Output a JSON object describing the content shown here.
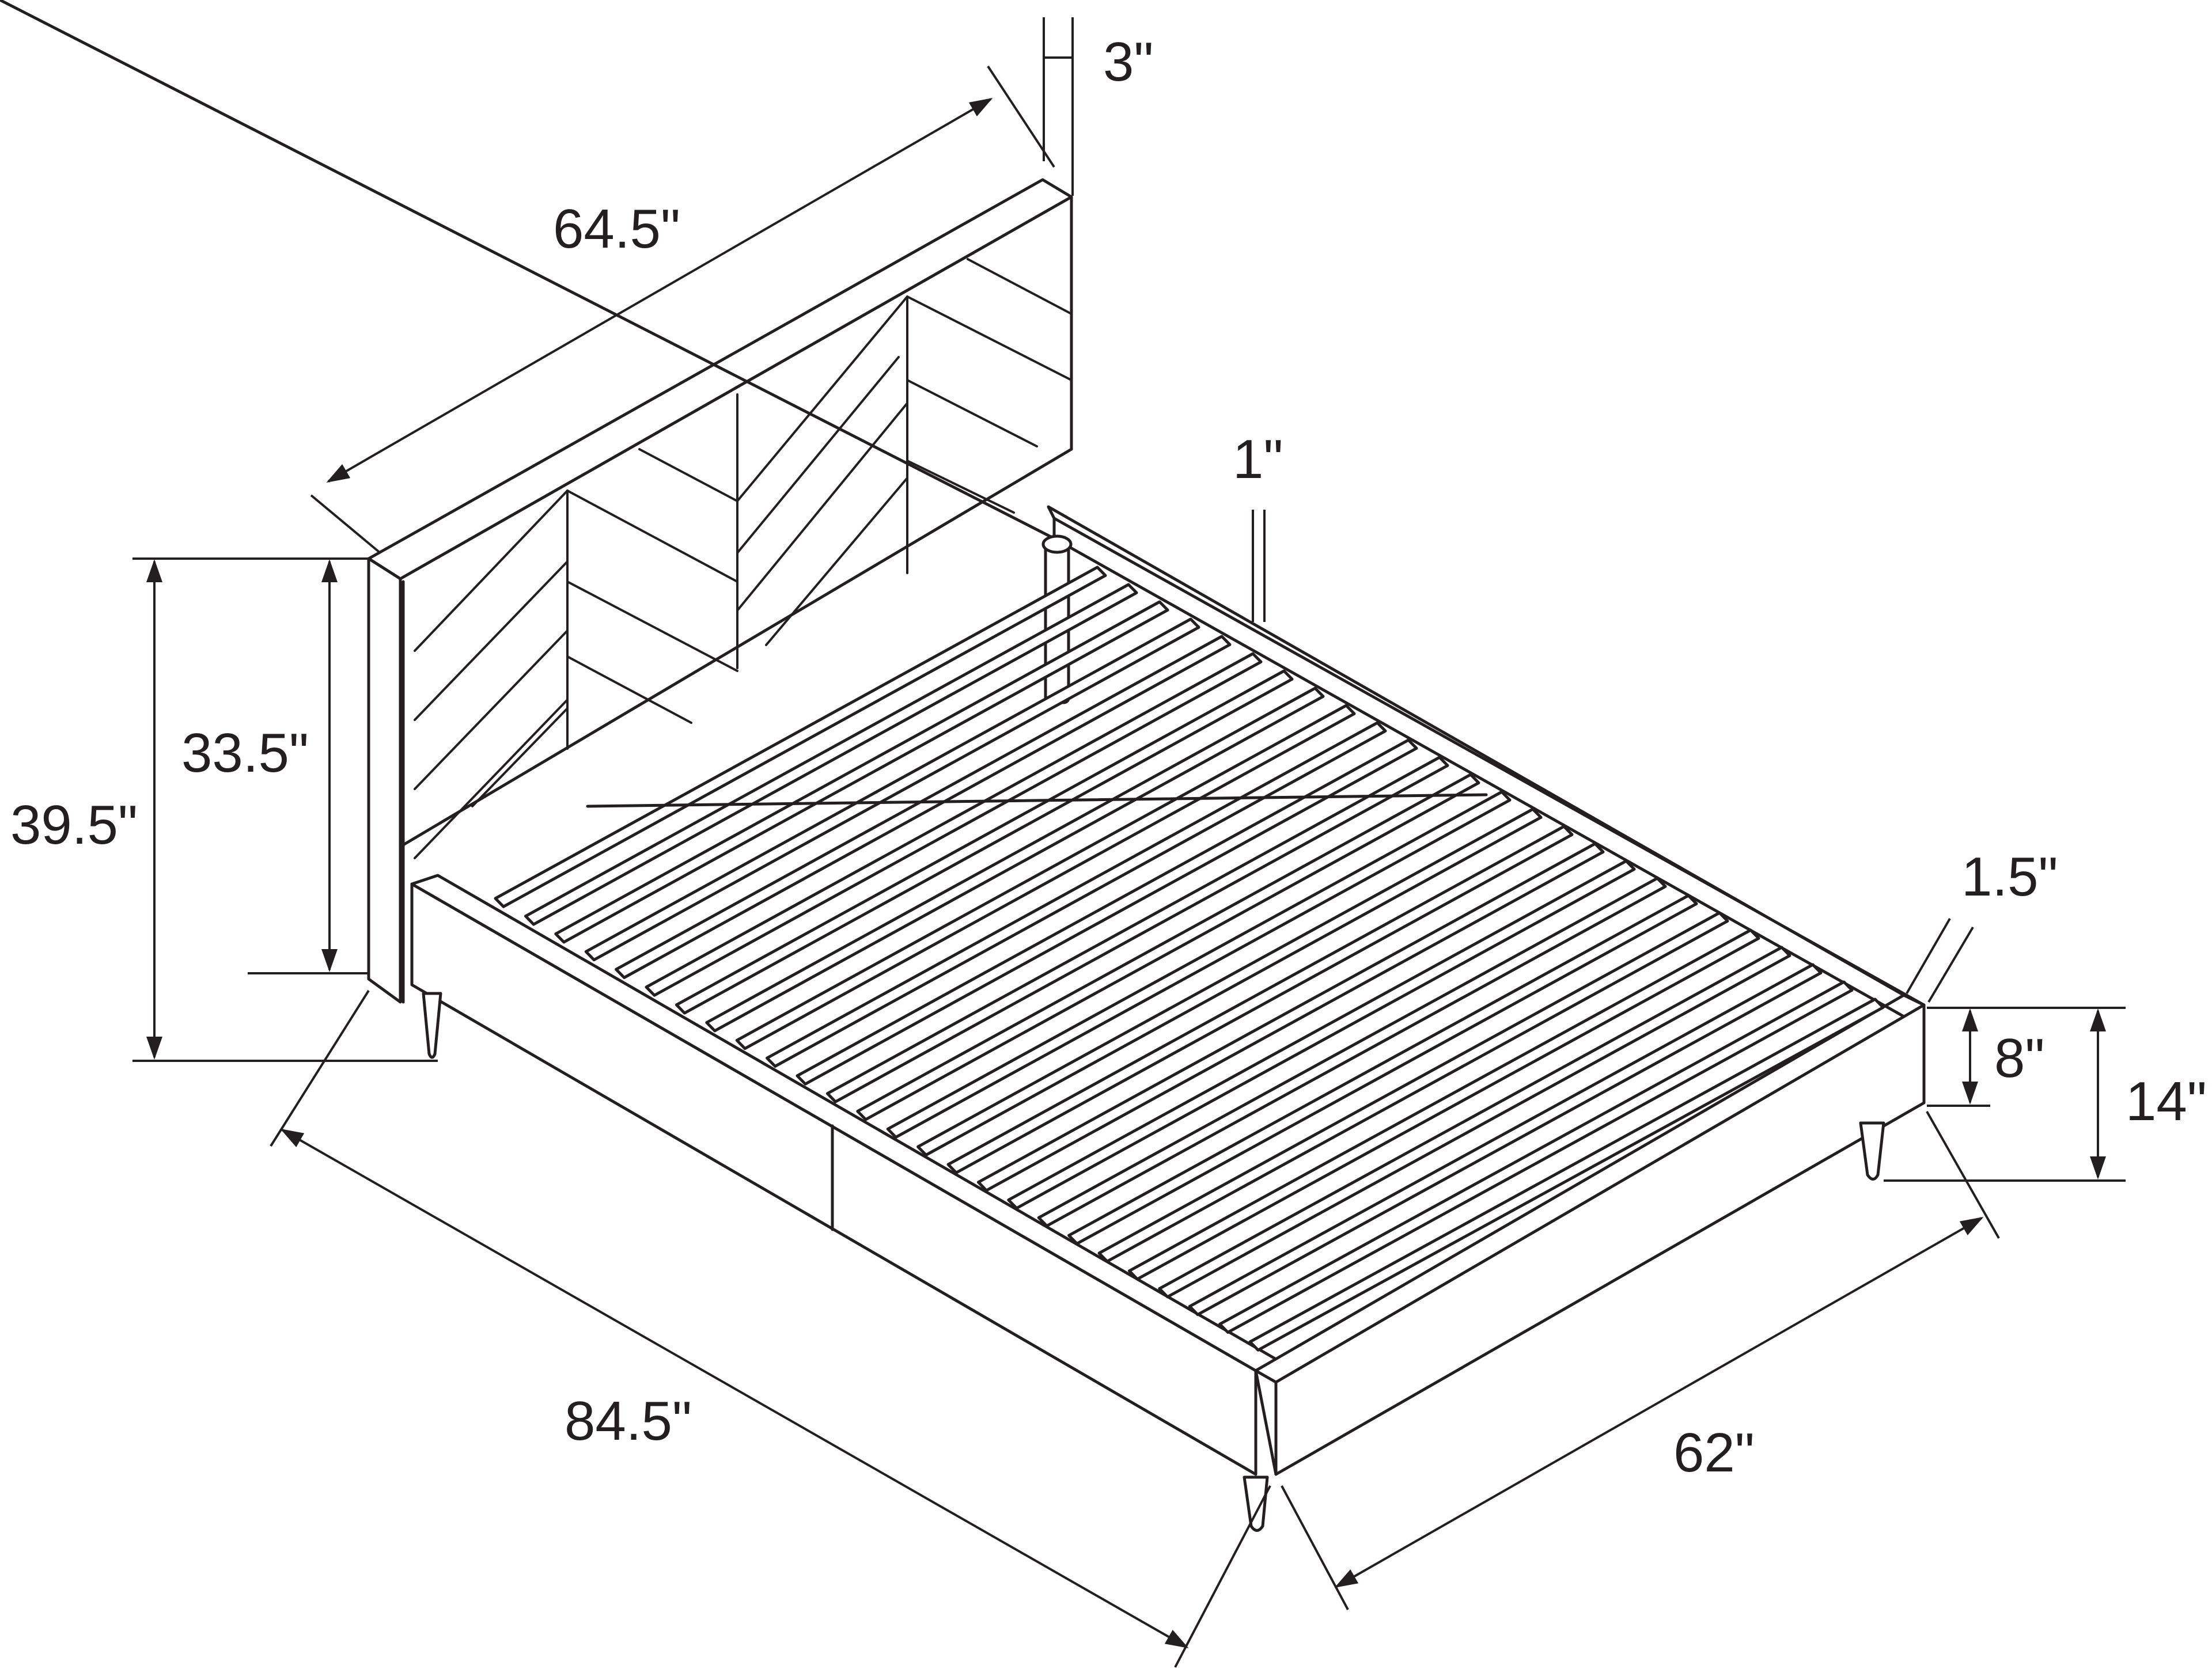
{
  "diagram": {
    "subject": "bed-frame-dimensions",
    "line_color": "#231f20",
    "background": "#ffffff",
    "dimensions": {
      "headboard_width": "64.5\"",
      "headboard_thickness": "3\"",
      "rail_thickness": "1\"",
      "total_height": "39.5\"",
      "headboard_panel_height": "33.5\"",
      "frame_length": "84.5\"",
      "frame_width": "62\"",
      "footboard_thickness": "1.5\"",
      "side_rail_height": "8\"",
      "frame_height": "14\""
    }
  }
}
